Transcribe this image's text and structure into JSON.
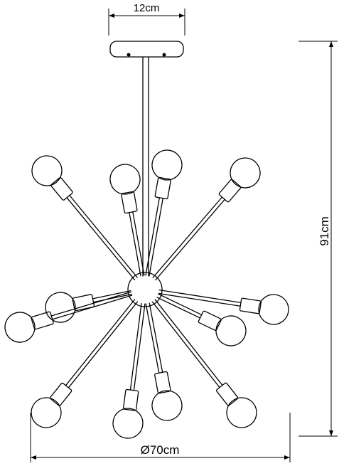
{
  "dimensions": {
    "width_label": "12cm",
    "height_label": "91cm",
    "diameter_label": "Ø70cm"
  },
  "colors": {
    "stroke": "#000000",
    "background": "#ffffff"
  }
}
